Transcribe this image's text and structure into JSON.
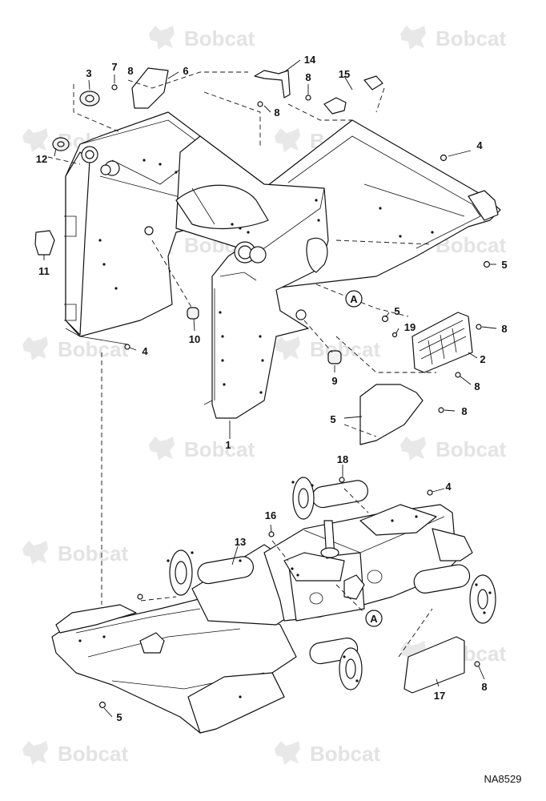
{
  "watermark": {
    "brand": "Bobcat",
    "icon": "bobcat-logo-icon",
    "color": "#e3e3e3"
  },
  "drawing_code": "NA8529",
  "ref_marker": "A",
  "callouts": [
    "1",
    "2",
    "3",
    "4",
    "4",
    "4",
    "5",
    "5",
    "5",
    "5",
    "6",
    "7",
    "8",
    "8",
    "8",
    "8",
    "8",
    "8",
    "8",
    "8",
    "9",
    "10",
    "11",
    "12",
    "13",
    "14",
    "15",
    "16",
    "17",
    "18",
    "19"
  ]
}
